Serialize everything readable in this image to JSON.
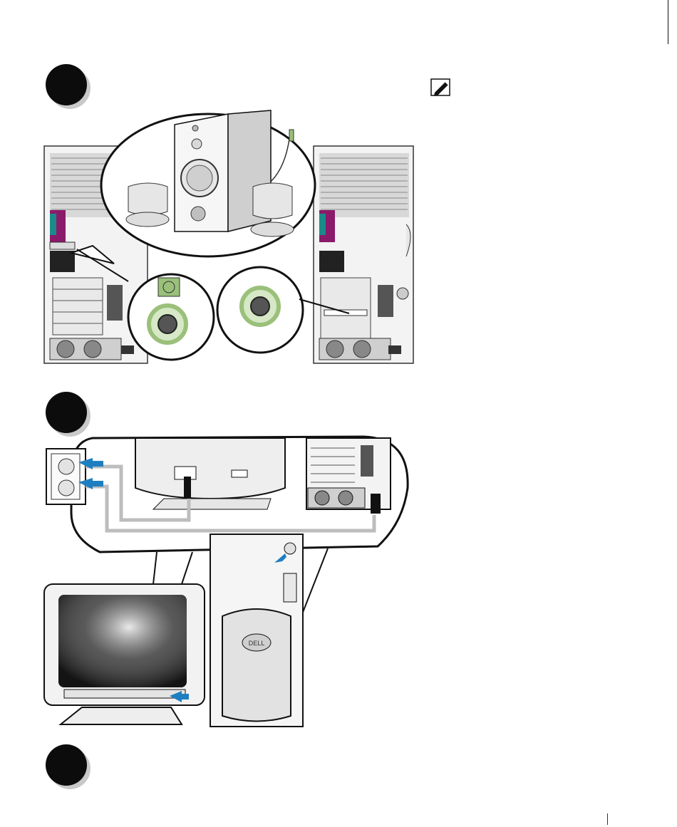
{
  "steps": [
    {
      "id": "step-1",
      "label": "",
      "icon": "step-bullet-icon"
    },
    {
      "id": "step-2",
      "label": "",
      "icon": "step-bullet-icon"
    },
    {
      "id": "step-3",
      "label": "",
      "icon": "step-bullet-icon"
    }
  ],
  "note": {
    "icon": "note-pencil-icon",
    "text": ""
  },
  "illustrations": {
    "speakers": {
      "description_icon": "speaker-connection-illustration",
      "logo": ""
    },
    "power": {
      "description_icon": "power-connection-illustration",
      "logo": "DELL"
    }
  },
  "colors": {
    "jack_green": "#9ac07a",
    "arrow_blue": "#1e7fc0",
    "port_magenta": "#8b1a6b",
    "port_teal": "#1a8a8a",
    "badge_black": "#0c0c0c",
    "badge_shadow": "#c9c9c9"
  }
}
